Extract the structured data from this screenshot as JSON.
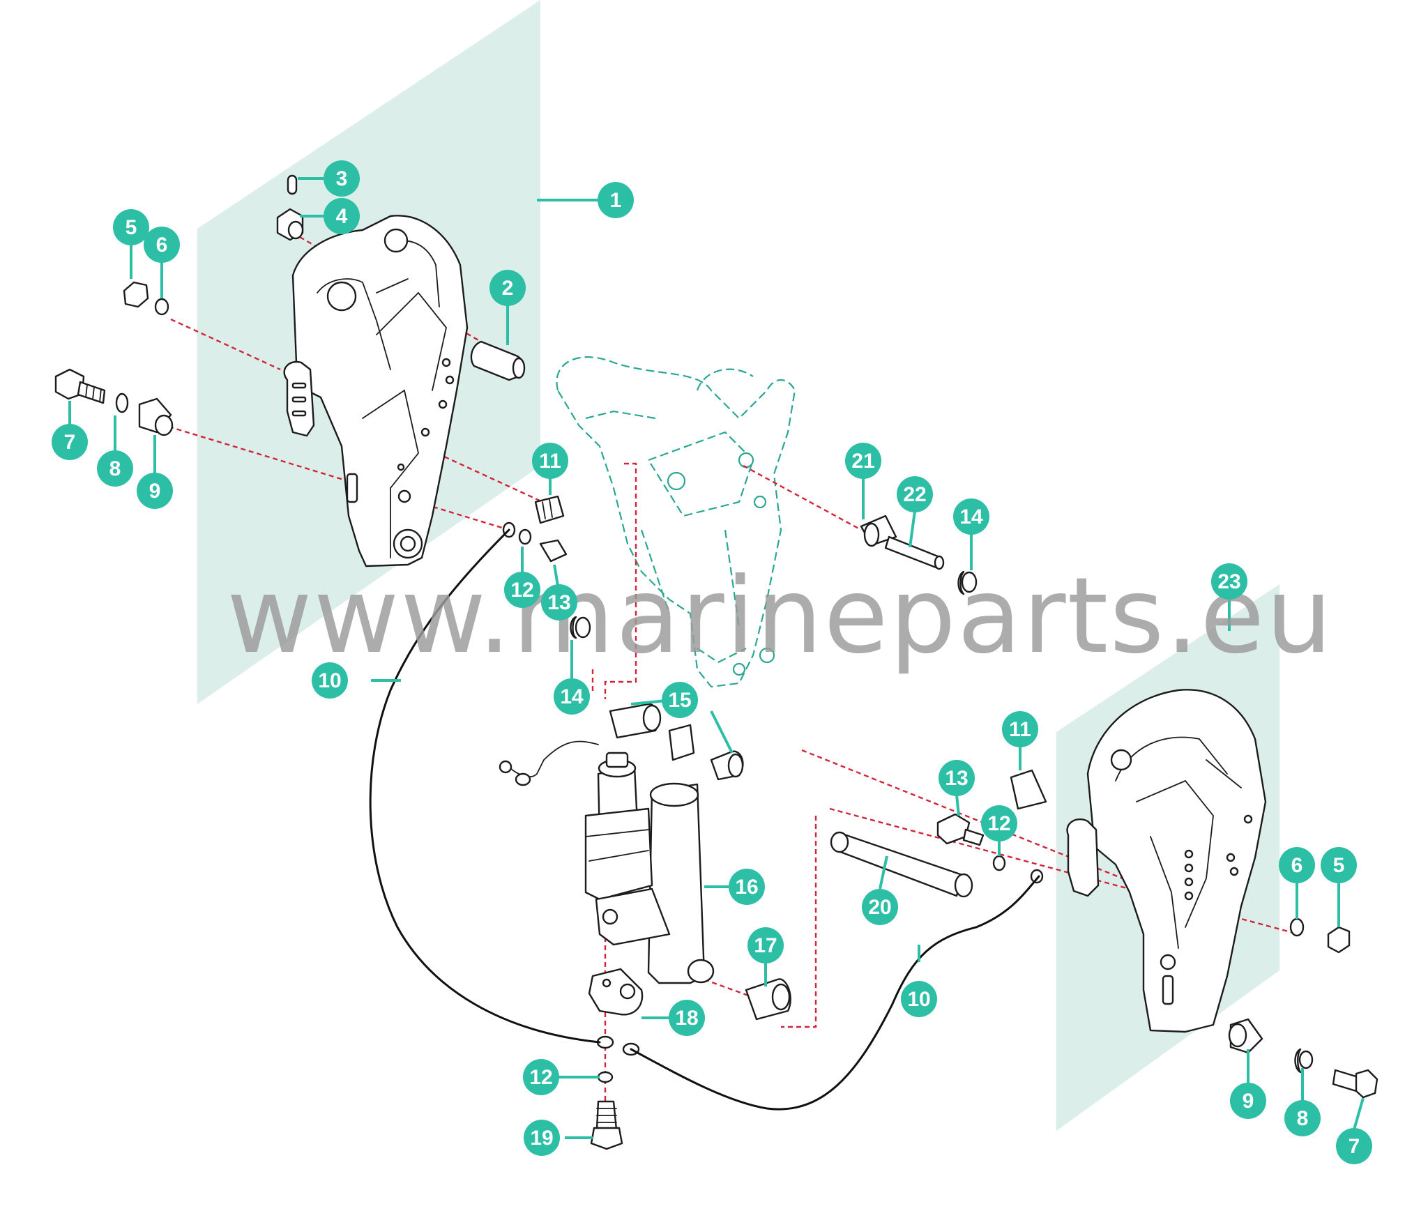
{
  "watermark": "www.marineparts.eu",
  "colors": {
    "callout": "#2dbfa6",
    "panel": "#dbeee9",
    "dashed_line": "#d1263a",
    "ghost_part": "#2aa792",
    "watermark": "#9a9a9a"
  },
  "callouts": [
    {
      "id": "c1",
      "label": "1"
    },
    {
      "id": "c2",
      "label": "2"
    },
    {
      "id": "c3",
      "label": "3"
    },
    {
      "id": "c4",
      "label": "4"
    },
    {
      "id": "c5a",
      "label": "5"
    },
    {
      "id": "c6a",
      "label": "6"
    },
    {
      "id": "c7a",
      "label": "7"
    },
    {
      "id": "c8a",
      "label": "8"
    },
    {
      "id": "c9a",
      "label": "9"
    },
    {
      "id": "c10a",
      "label": "10"
    },
    {
      "id": "c11a",
      "label": "11"
    },
    {
      "id": "c12a",
      "label": "12"
    },
    {
      "id": "c13a",
      "label": "13"
    },
    {
      "id": "c14a",
      "label": "14"
    },
    {
      "id": "c14b",
      "label": "14"
    },
    {
      "id": "c15",
      "label": "15"
    },
    {
      "id": "c16",
      "label": "16"
    },
    {
      "id": "c17",
      "label": "17"
    },
    {
      "id": "c18",
      "label": "18"
    },
    {
      "id": "c12b",
      "label": "12"
    },
    {
      "id": "c19",
      "label": "19"
    },
    {
      "id": "c21",
      "label": "21"
    },
    {
      "id": "c22",
      "label": "22"
    },
    {
      "id": "c23",
      "label": "23"
    },
    {
      "id": "c11b",
      "label": "11"
    },
    {
      "id": "c13b",
      "label": "13"
    },
    {
      "id": "c12c",
      "label": "12"
    },
    {
      "id": "c20",
      "label": "20"
    },
    {
      "id": "c10b",
      "label": "10"
    },
    {
      "id": "c6b",
      "label": "6"
    },
    {
      "id": "c5b",
      "label": "5"
    },
    {
      "id": "c9b",
      "label": "9"
    },
    {
      "id": "c8b",
      "label": "8"
    },
    {
      "id": "c7b",
      "label": "7"
    }
  ]
}
